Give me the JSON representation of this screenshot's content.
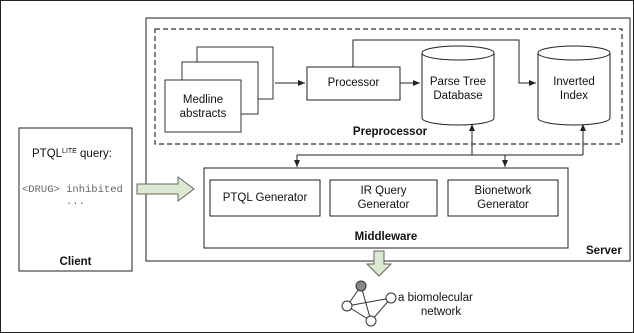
{
  "client": {
    "query_label_prefix": "PTQL",
    "query_label_sup": "LITE",
    "query_label_suffix": " query:",
    "query_text": "<DRUG> inhibited",
    "ellipsis": "...",
    "title": "Client"
  },
  "server": {
    "title": "Server"
  },
  "preprocessor": {
    "title": "Preprocessor",
    "medline_line1": "Medline",
    "medline_line2": "abstracts",
    "processor": "Processor",
    "parse_tree_line1": "Parse Tree",
    "parse_tree_line2": "Database",
    "inverted_line1": "Inverted",
    "inverted_line2": "Index"
  },
  "middleware": {
    "title": "Middleware",
    "ptql_generator": "PTQL Generator",
    "ir_line1": "IR Query",
    "ir_line2": "Generator",
    "bio_line1": "Bionetwork",
    "bio_line2": "Generator"
  },
  "network": {
    "label_line1": "a biomolecular",
    "label_line2": "network"
  }
}
